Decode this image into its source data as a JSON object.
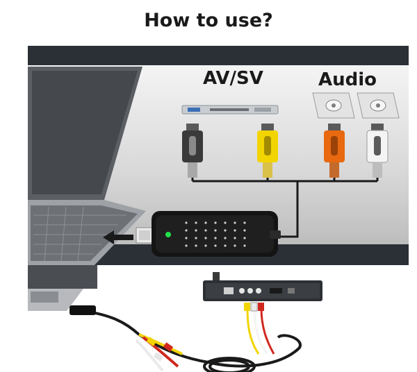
{
  "title": "How to use?",
  "labels": {
    "av_sv": "AV/SV",
    "audio": "Audio"
  },
  "colors": {
    "panel_dark": "#2b3036",
    "plug_black": "#3a3a3a",
    "plug_yellow": "#f2d400",
    "plug_orange": "#e8690f",
    "plug_white": "#f4f4f4",
    "led_green": "#22e04a",
    "cable": "#1a1a1a"
  }
}
